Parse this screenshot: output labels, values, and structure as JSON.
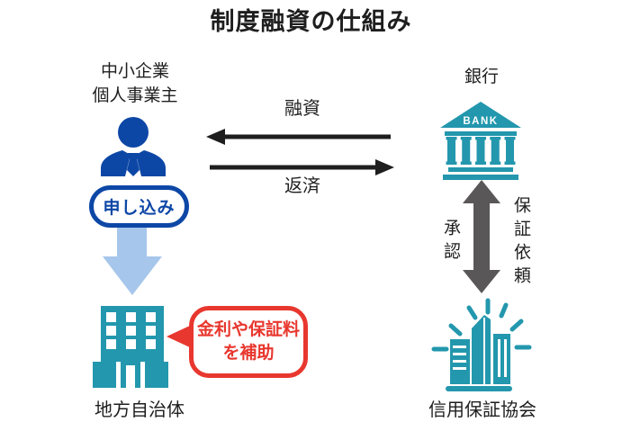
{
  "title": "制度融資の仕組み",
  "nodes": {
    "borrower": {
      "line1": "中小企業",
      "line2": "個人事業主",
      "icon": "businessman-icon"
    },
    "bank": {
      "label": "銀行",
      "icon": "bank-building-icon",
      "icon_text": "BANK"
    },
    "municipality": {
      "label": "地方自治体",
      "icon": "government-building-icon"
    },
    "association": {
      "label": "信用保証協会",
      "icon": "shining-buildings-icon"
    }
  },
  "edges": {
    "loan": "融資",
    "repayment": "返済",
    "application": "申し込み",
    "approval": "承認",
    "guarantee_request": "保証依頼"
  },
  "callout": {
    "line1": "金利や保証料",
    "line2": "を補助"
  },
  "colors": {
    "primary_blue": "#0d47a6",
    "light_blue": "#a6c6eb",
    "teal": "#2397ad",
    "red": "#e8372e",
    "gray": "#595757",
    "text": "#1e1e1e"
  }
}
